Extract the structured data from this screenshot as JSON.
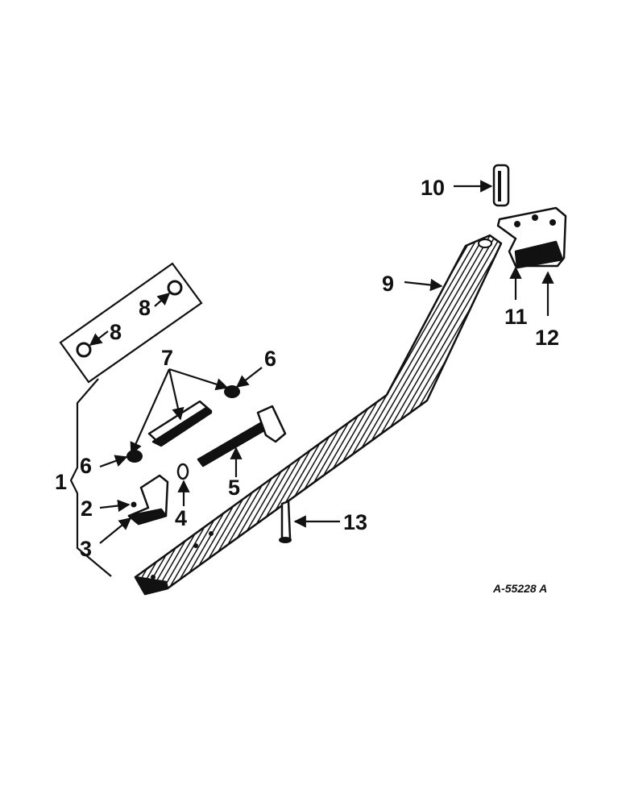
{
  "drawing_id": "A-55228 A",
  "callouts": {
    "c1": "1",
    "c2": "2",
    "c3": "3",
    "c4": "4",
    "c5": "5",
    "c6a": "6",
    "c6b": "6",
    "c7": "7",
    "c8a": "8",
    "c8b": "8",
    "c9": "9",
    "c10": "10",
    "c11": "11",
    "c12": "12",
    "c13": "13"
  },
  "colors": {
    "ink": "#111111",
    "paper": "#ffffff",
    "shade": "#555555"
  }
}
